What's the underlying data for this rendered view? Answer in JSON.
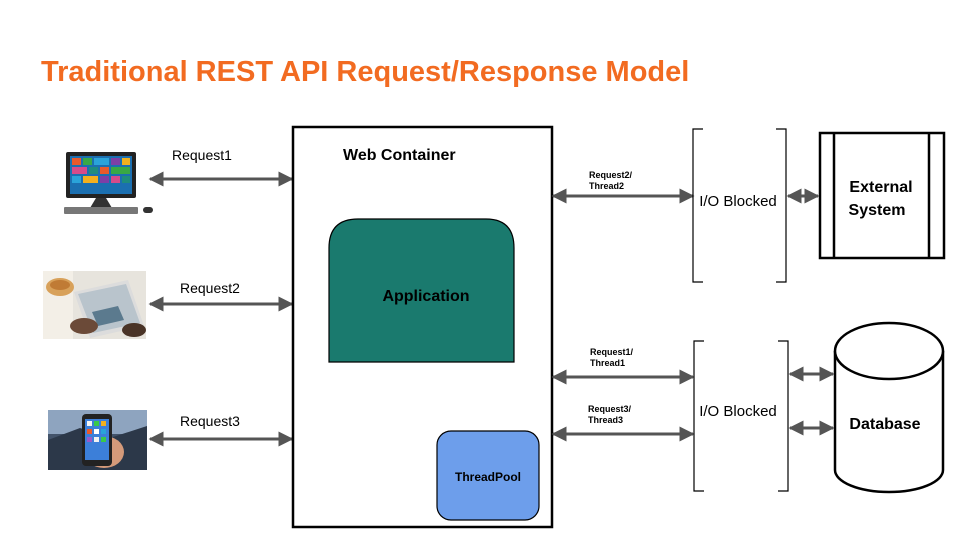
{
  "title": "Traditional REST API Request/Response Model",
  "clients": [
    {
      "device": "desktop-computer",
      "request_label": "Request1"
    },
    {
      "device": "tablet",
      "request_label": "Request2"
    },
    {
      "device": "smartphone",
      "request_label": "Request3"
    }
  ],
  "web_container": {
    "label": "Web Container",
    "application_label": "Application",
    "threadpool_label": "ThreadPool"
  },
  "thread_links": [
    {
      "line1": "Request2/",
      "line2": "Thread2"
    },
    {
      "line1": "Request1/",
      "line2": "Thread1"
    },
    {
      "line1": "Request3/",
      "line2": "Thread3"
    }
  ],
  "io_blocked": [
    "I/O Blocked",
    "I/O Blocked"
  ],
  "external_system": {
    "line1": "External",
    "line2": "System"
  },
  "database": {
    "label": "Database"
  },
  "colors": {
    "title": "#f26b21",
    "application": "#1a7a6e",
    "threadpool": "#6d9eeb",
    "arrow": "#555555"
  }
}
